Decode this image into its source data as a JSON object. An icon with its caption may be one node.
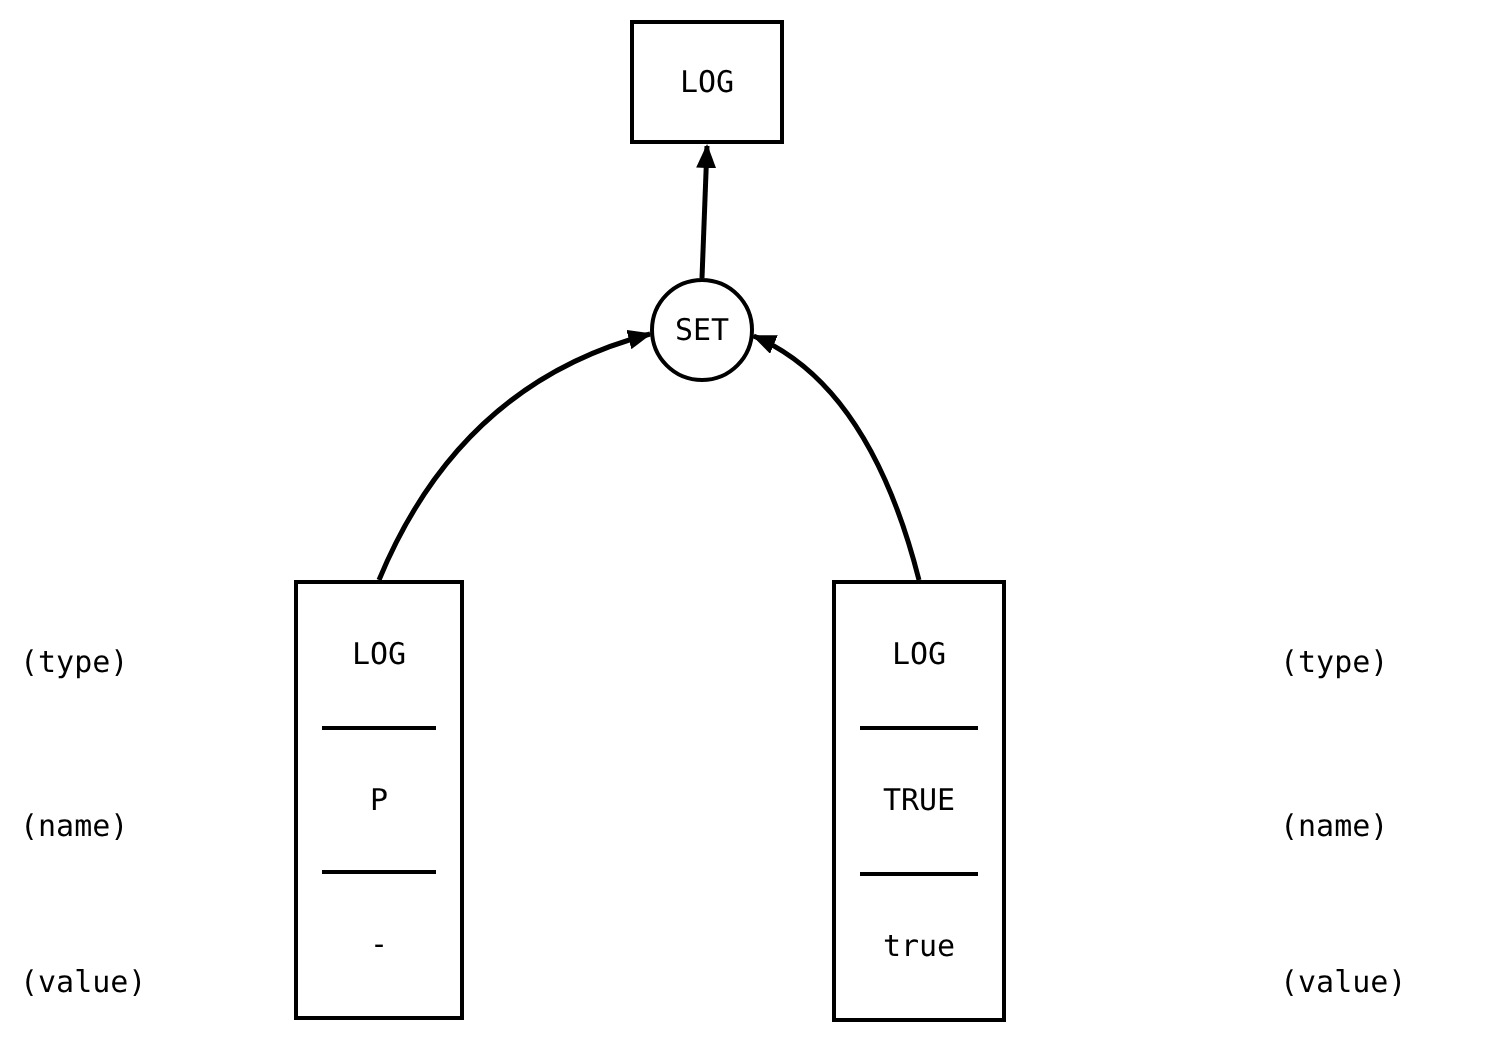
{
  "diagram": {
    "nodes": [
      {
        "text": [
          "LOG"
        ]
      },
      {
        "text": [
          "SET"
        ]
      },
      {
        "text": [
          "LOG",
          "P",
          "-"
        ]
      },
      {
        "text": [
          "LOG",
          "TRUE",
          "true"
        ]
      }
    ],
    "edges": [
      {
        "from": 1,
        "to": 0,
        "arrow": "to"
      },
      {
        "from": 2,
        "to": 1,
        "arrow": "to"
      },
      {
        "from": 3,
        "to": 1,
        "arrow": "to"
      }
    ],
    "labels": [
      "(type)",
      "(type)",
      "(name)",
      "(name)",
      "(value)",
      "(value)"
    ]
  }
}
